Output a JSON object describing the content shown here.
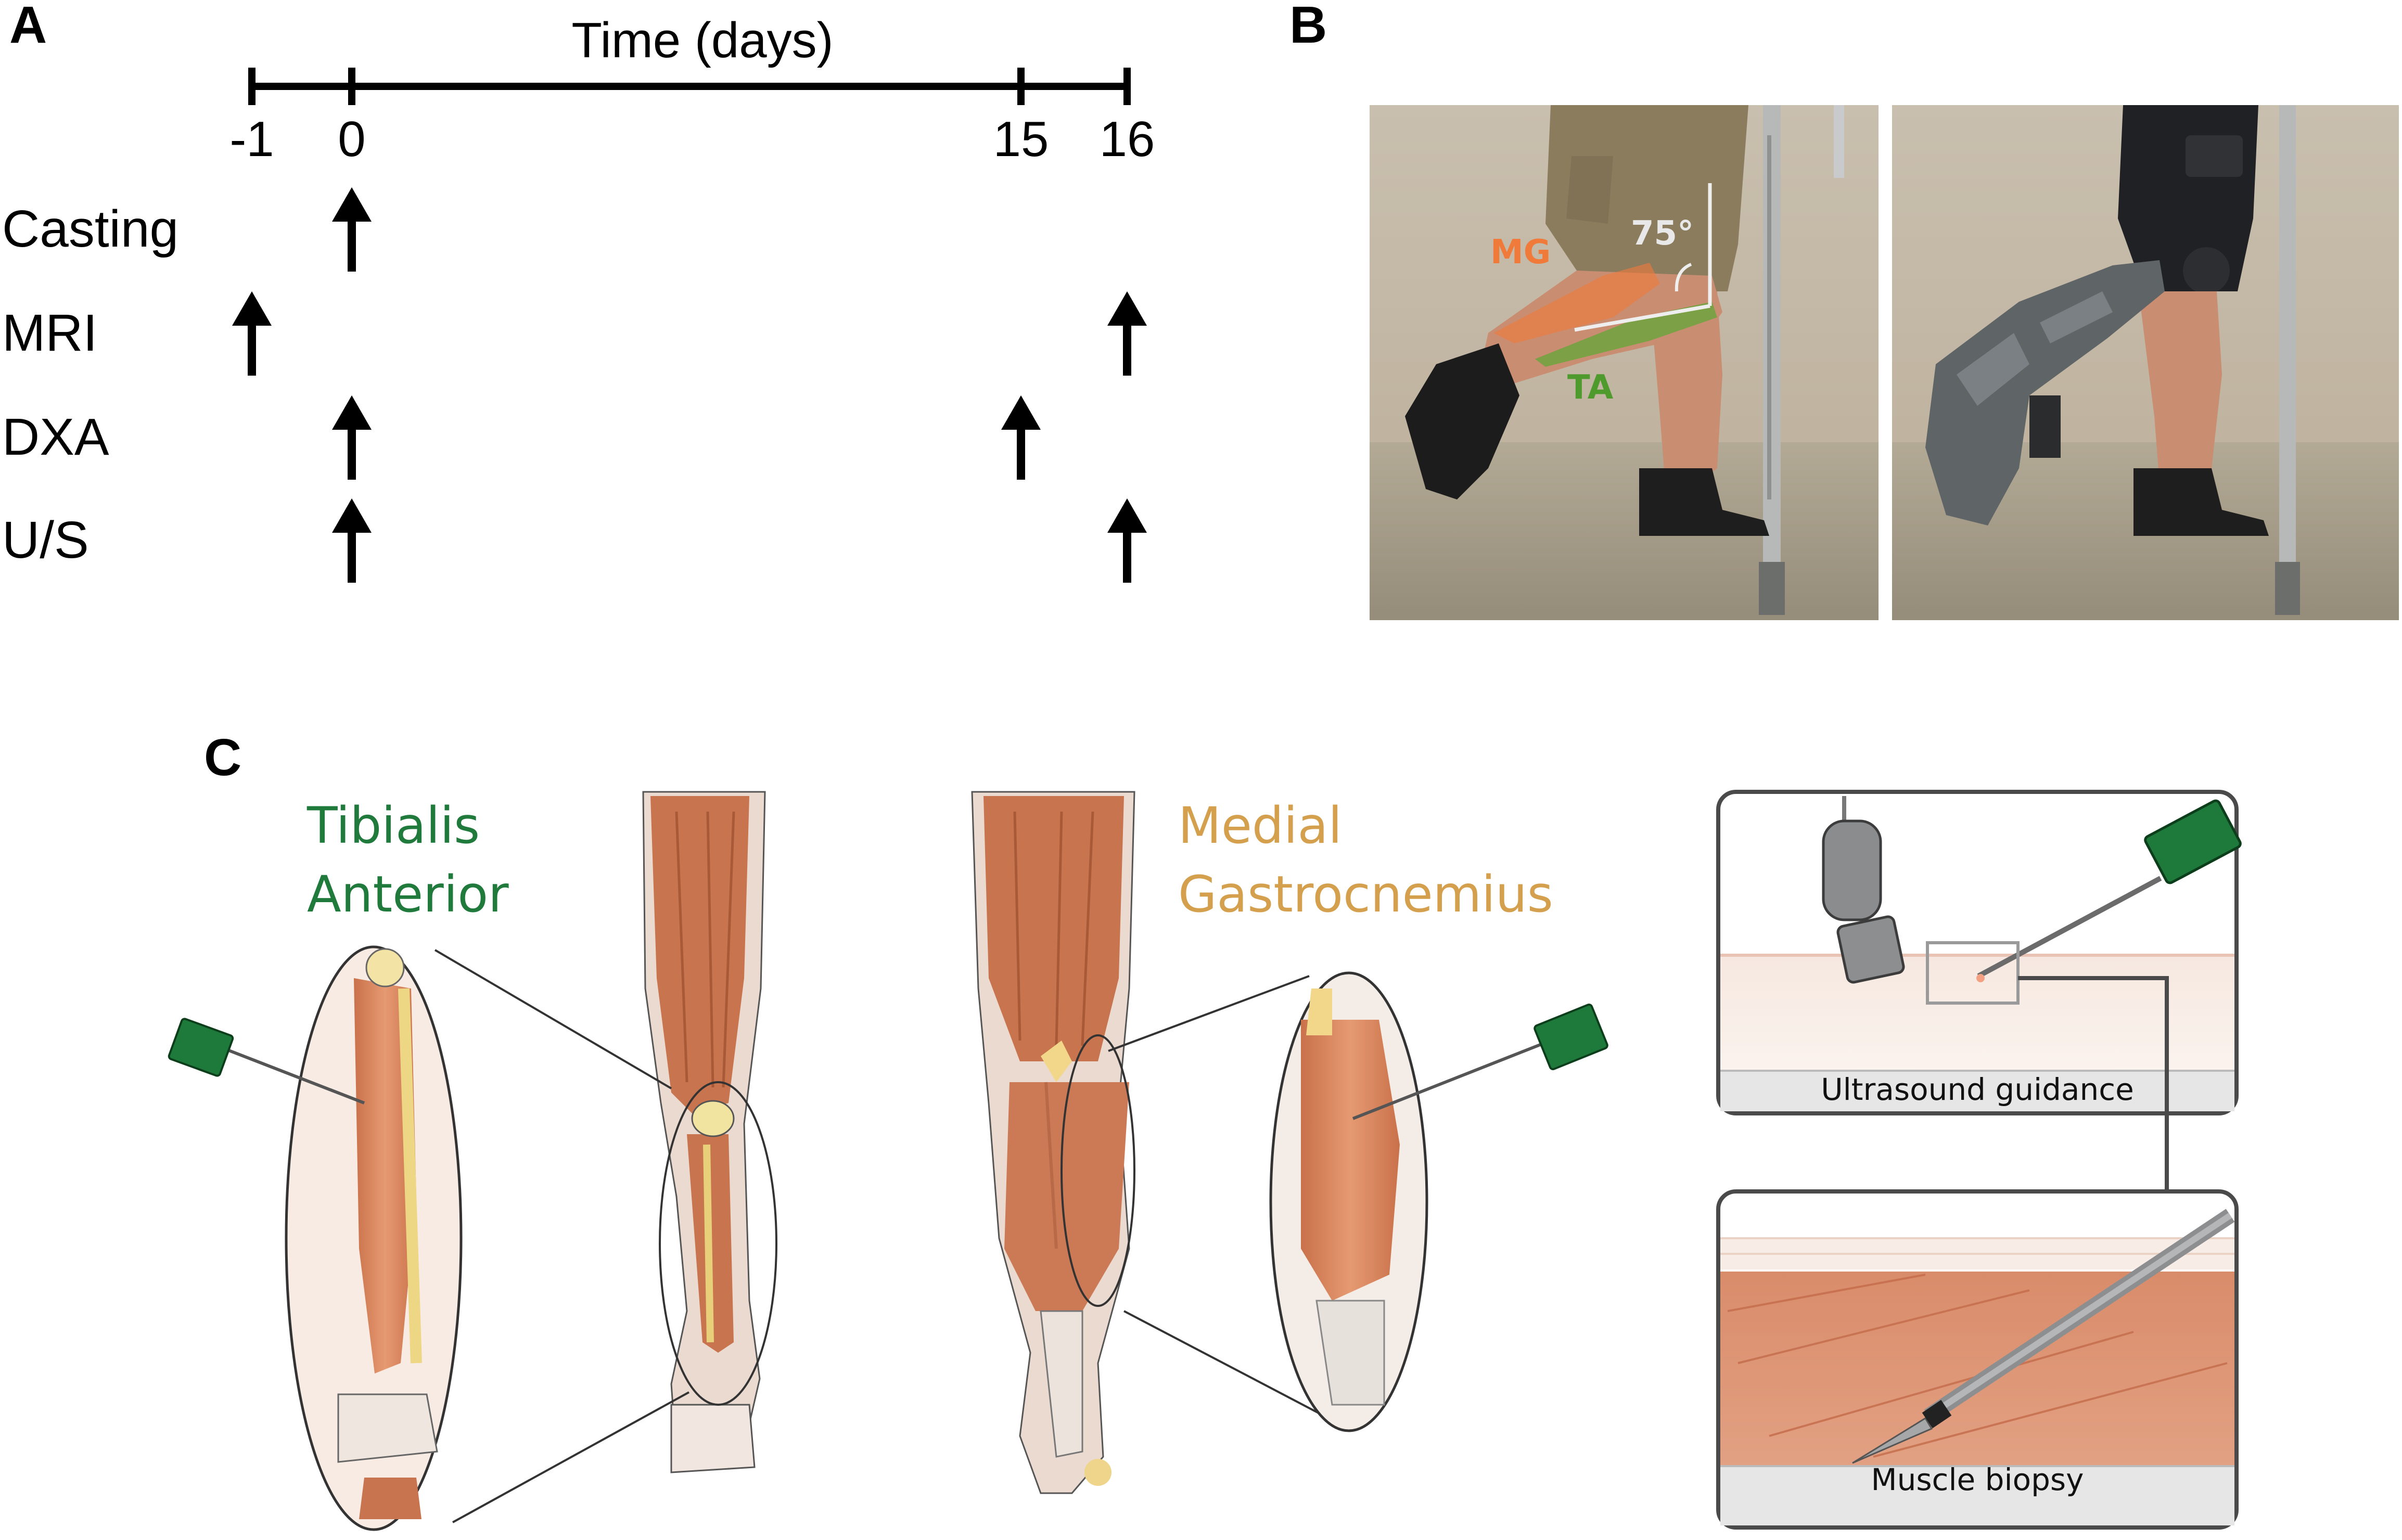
{
  "panels": {
    "a": {
      "letter": "A",
      "axis_title": "Time (days)",
      "ticks": [
        {
          "label": "-1",
          "day": -1
        },
        {
          "label": "0",
          "day": 0
        },
        {
          "label": "15",
          "day": 15
        },
        {
          "label": "16",
          "day": 16
        }
      ],
      "rows": [
        {
          "label": "Casting",
          "days": [
            0
          ]
        },
        {
          "label": "MRI",
          "days": [
            -1,
            16
          ]
        },
        {
          "label": "DXA",
          "days": [
            0,
            15
          ]
        },
        {
          "label": "U/S",
          "days": [
            0,
            16
          ]
        }
      ]
    },
    "b": {
      "letter": "B",
      "labels": {
        "mg": "MG",
        "ta": "TA",
        "angle": "75°"
      },
      "colors": {
        "mg": "#f07a3a",
        "ta": "#5aa832"
      }
    },
    "c": {
      "letter": "C",
      "tibialis": {
        "line1": "Tibialis",
        "line2": "Anterior",
        "color": "#1f7a3c"
      },
      "gastrocnemius": {
        "line1": "Medial",
        "line2": "Gastrocnemius",
        "color": "#d4a04e"
      },
      "boxes": {
        "ultrasound": "Ultrasound guidance",
        "biopsy": "Muscle biopsy"
      }
    }
  }
}
